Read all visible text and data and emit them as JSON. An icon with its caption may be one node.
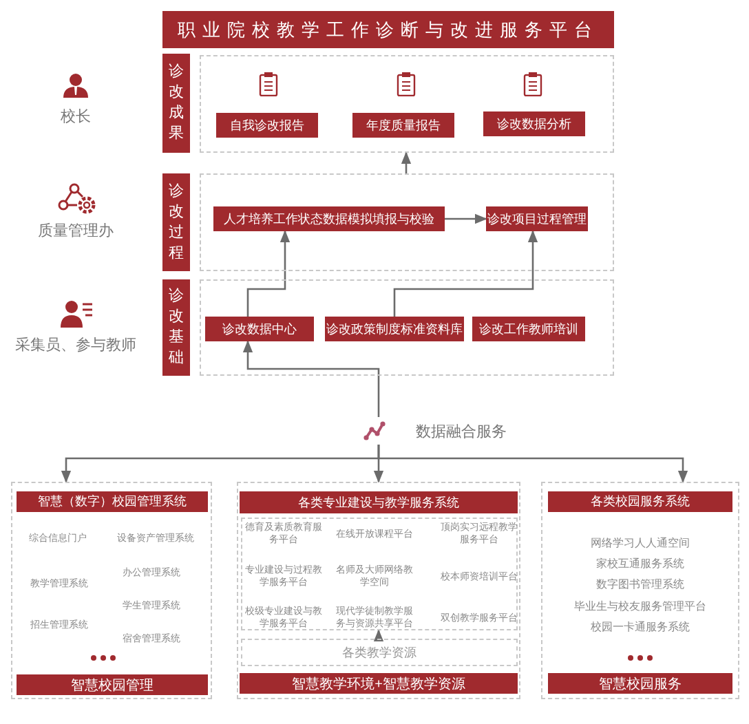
{
  "diagram": {
    "title": "职业院校教学工作诊断与改进服务平台",
    "nodes": [
      {
        "text": [
          "诊改成果"
        ]
      },
      {
        "text": [],
        "shape": "box"
      },
      {
        "text": [
          "自我诊改报告"
        ],
        "in": 1
      },
      {
        "text": [
          "年度质量报告"
        ],
        "in": 1
      },
      {
        "text": [
          "诊改数据分析"
        ],
        "in": 1
      },
      {
        "text": [
          "诊改过程"
        ]
      },
      {
        "text": [],
        "shape": "box"
      },
      {
        "text": [
          "人才培养工作状态数据模拟填报与校验"
        ],
        "in": 6
      },
      {
        "text": [
          "诊改项目过程管理"
        ],
        "in": 6
      },
      {
        "text": [
          "诊改基础"
        ]
      },
      {
        "text": [],
        "shape": "box"
      },
      {
        "text": [
          "诊改数据中心"
        ],
        "in": 10
      },
      {
        "text": [
          "诊改政策制度标准资料库"
        ],
        "in": 10
      },
      {
        "text": [
          "诊改工作教师培训"
        ],
        "in": 10
      },
      {
        "text": [
          "数据融合服务"
        ]
      },
      {
        "text": [],
        "shape": "box"
      },
      {
        "text": [
          "智慧（数字）校园管理系统"
        ],
        "in": 15
      },
      {
        "text": [
          "智慧校园管理"
        ],
        "in": 15
      },
      {
        "text": [],
        "shape": "box"
      },
      {
        "text": [
          "各类专业建设与教学服务系统"
        ],
        "in": 18
      },
      {
        "text": [],
        "shape": "box",
        "in": 18
      },
      {
        "text": [
          "各类教学资源"
        ],
        "in": 18
      },
      {
        "text": [
          "智慧教学环境+智慧教学资源"
        ],
        "in": 18
      },
      {
        "text": [],
        "shape": "box"
      },
      {
        "text": [
          "各类校园服务系统"
        ],
        "in": 23
      },
      {
        "text": [
          "智慧校园服务"
        ],
        "in": 23
      }
    ],
    "edges": [
      {
        "from": 7,
        "to": 8,
        "arrow": "to"
      },
      {
        "from": 6,
        "to": 1,
        "arrow": "to"
      },
      {
        "from": 11,
        "to": 7,
        "arrow": "to"
      },
      {
        "from": 12,
        "to": 8,
        "arrow": "to"
      },
      {
        "from": 14,
        "to": 11,
        "arrow": "to"
      },
      {
        "from": 14,
        "to": 15,
        "arrow": "to"
      },
      {
        "from": 14,
        "to": 18,
        "arrow": "to"
      },
      {
        "from": 14,
        "to": 23,
        "arrow": "to"
      },
      {
        "from": 21,
        "to": 20,
        "arrow": "to"
      }
    ],
    "labels": [
      "校长",
      "质量管理办",
      "采集员、参与教师",
      "综合信息门户",
      "设备资产管理系统",
      "办公管理系统",
      "教学管理系统",
      "学生管理系统",
      "招生管理系统",
      "宿舍管理系统",
      "德育及素质教育服务平台",
      "在线开放课程平台",
      "顶岗实习远程教学服务平台",
      "专业建设与过程教学服务平台",
      "名师及大师网络教学空间",
      "校本师资培训平台",
      "校级专业建设与教学服务平台",
      "现代学徒制教学服务与资源共享平台",
      "双创教学服务平台",
      "网络学习人人通空间",
      "家校互通服务系统",
      "数字图书管理系统",
      "毕业生与校友服务管理平台",
      "校园一卡通服务系统"
    ]
  }
}
